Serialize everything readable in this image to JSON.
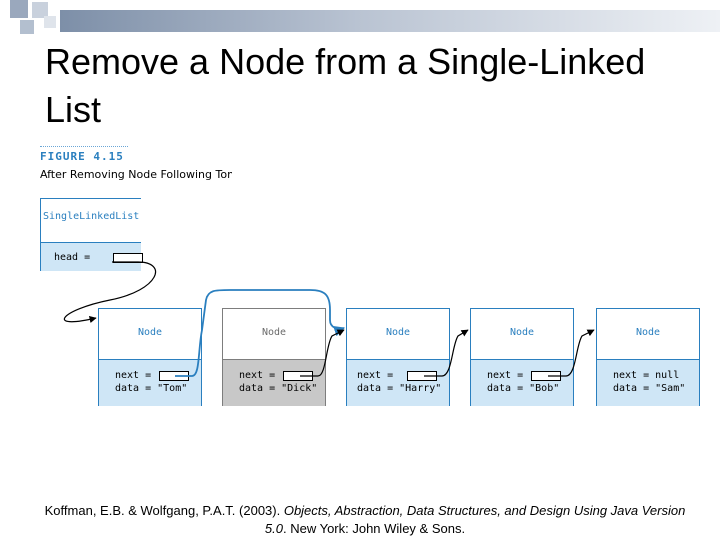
{
  "slide": {
    "title": "Remove a Node from a Single-Linked List"
  },
  "figure": {
    "label": "FIGURE 4.15",
    "caption": "After Removing Node Following Tom"
  },
  "list_object": {
    "class_name": "SingleLinkedList",
    "head_label": "head ="
  },
  "nodes": [
    {
      "title": "Node",
      "next_label": "next =",
      "data_label": "data = \"Tom\"",
      "removed": false
    },
    {
      "title": "Node",
      "next_label": "next =",
      "data_label": "data = \"Dick\"",
      "removed": true
    },
    {
      "title": "Node",
      "next_label": "next =",
      "data_label": "data = \"Harry\"",
      "removed": false
    },
    {
      "title": "Node",
      "next_label": "next =",
      "data_label": "data = \"Bob\"",
      "removed": false
    },
    {
      "title": "Node",
      "next_label": "next = null",
      "data_label": "data = \"Sam\"",
      "removed": false
    }
  ],
  "citation": {
    "authors": "Koffman, E.B. & Wolfgang, P.A.T. (2003). ",
    "book_title": "Objects, Abstraction, Data Structures, and Design Using Java Version 5.0",
    "publisher": ". New York: John Wiley & Sons."
  },
  "colors": {
    "accent_blue": "#2a7fbf",
    "field_fill": "#cfe6f6",
    "removed_fill": "#c8c8c8"
  }
}
